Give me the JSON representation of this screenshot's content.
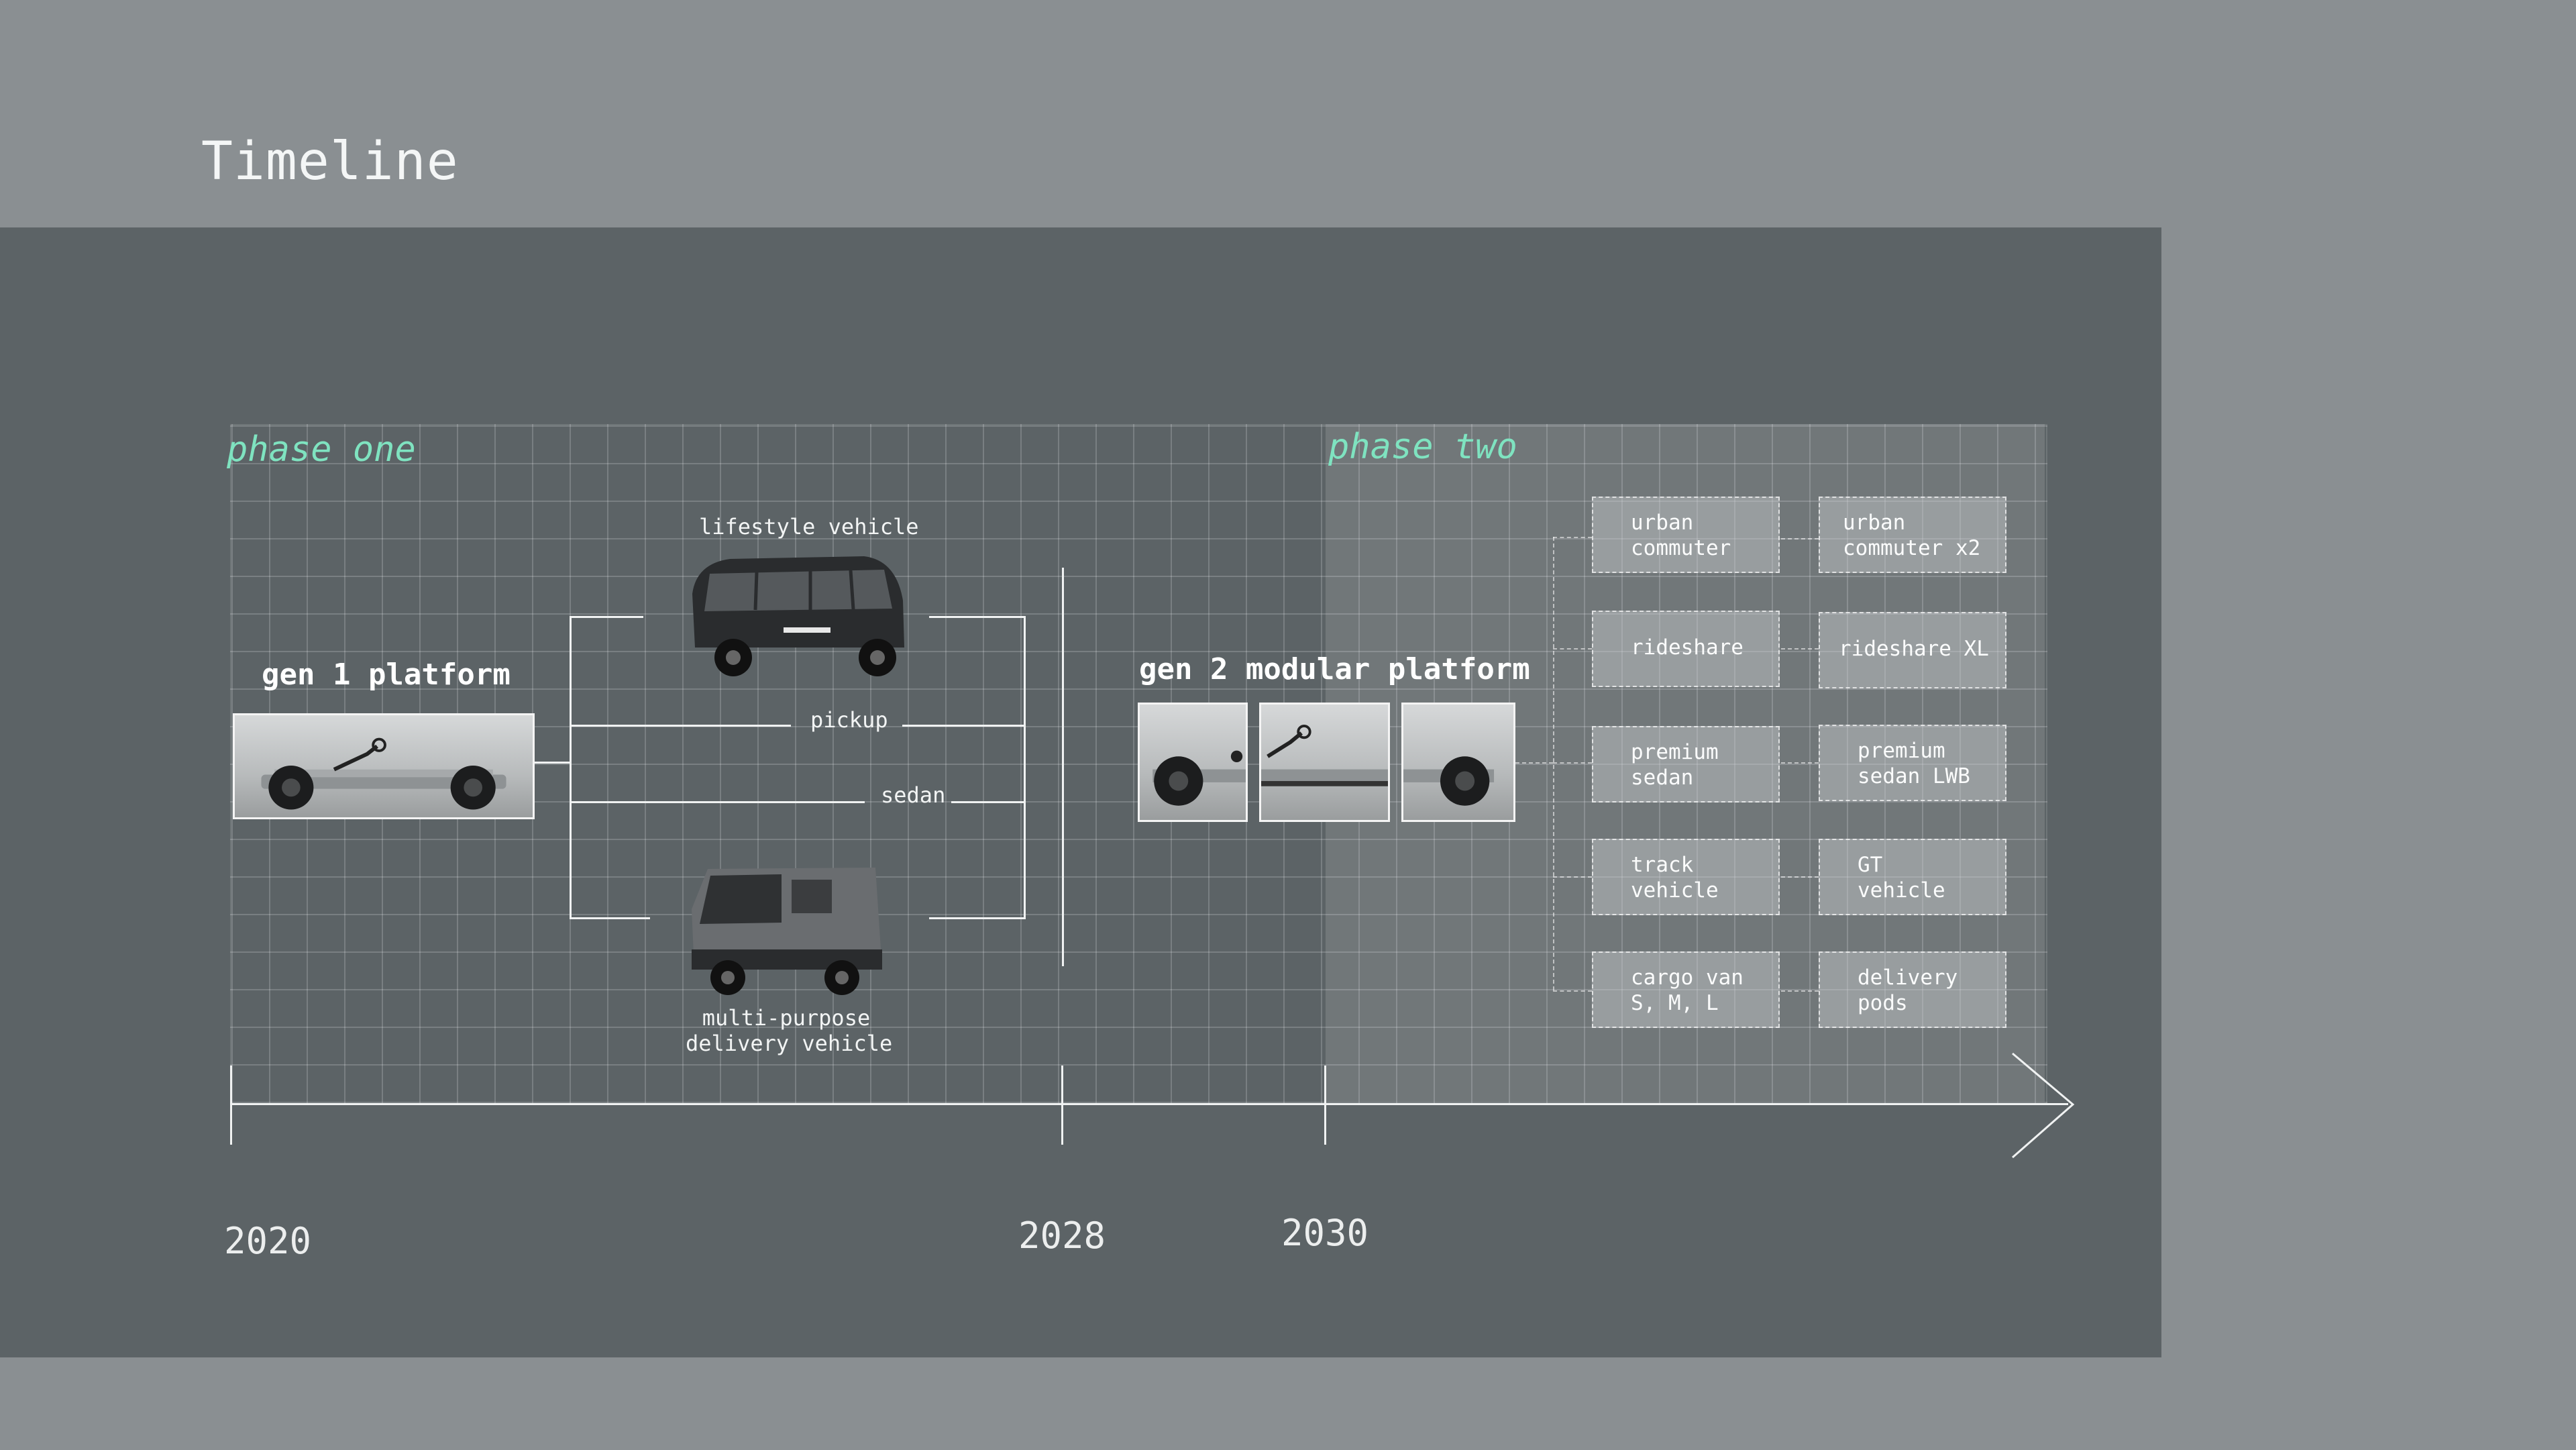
{
  "page": {
    "title": "Timeline"
  },
  "phases": {
    "one": "phase one",
    "two": "phase two"
  },
  "platforms": {
    "gen1": "gen 1 platform",
    "gen2": "gen 2 modular platform"
  },
  "phase_one_vehicles": {
    "lifestyle": "lifestyle vehicle",
    "pickup": "pickup",
    "sedan": "sedan",
    "mpdv_line1": "multi-purpose",
    "mpdv_line2": "delivery vehicle"
  },
  "phase_two_boxes": {
    "left": [
      "urban\ncommuter",
      "rideshare",
      "premium\nsedan",
      "track\nvehicle",
      "cargo van\nS, M, L"
    ],
    "right": [
      "urban\ncommuter x2",
      "rideshare XL",
      "premium\nsedan LWB",
      "GT\nvehicle",
      "delivery\npods"
    ]
  },
  "years": {
    "y2020": "2020",
    "y2028": "2028",
    "y2030": "2030"
  },
  "colors": {
    "accent": "#7fe3c0",
    "panel": "#5c6366",
    "background": "#8a8f92"
  }
}
